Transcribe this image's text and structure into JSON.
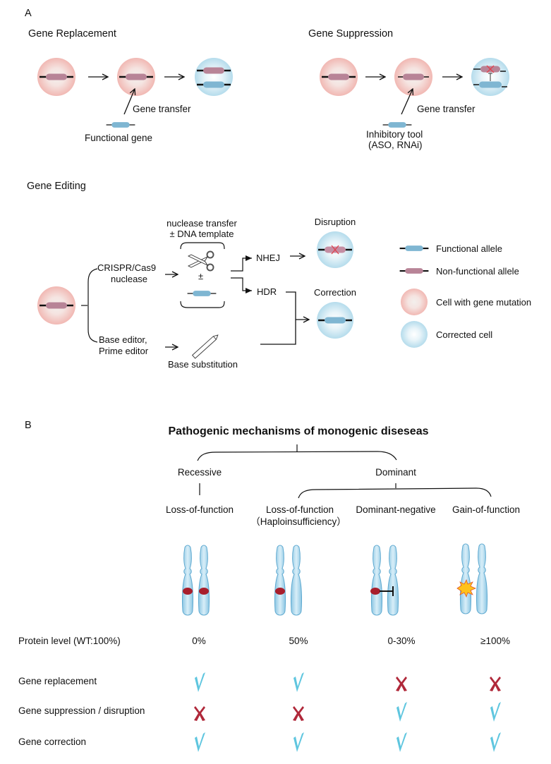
{
  "panel_a": {
    "label": "A",
    "gene_replacement": {
      "title": "Gene Replacement",
      "transfer_label": "Gene transfer",
      "tool_label": "Functional gene"
    },
    "gene_suppression": {
      "title": "Gene Suppression",
      "transfer_label": "Gene transfer",
      "tool_label_line1": "Inhibitory tool",
      "tool_label_line2": "(ASO, RNAi)"
    },
    "gene_editing": {
      "title": "Gene Editing",
      "nuclease_transfer_line1": "nuclease transfer",
      "nuclease_transfer_line2": "± DNA template",
      "crispr_line1": "CRISPR/Cas9",
      "crispr_line2": "nuclease",
      "plus_minus": "±",
      "base_editor_line1": "Base editor,",
      "base_editor_line2": "Prime editor",
      "base_substitution": "Base substitution",
      "nhej": "NHEJ",
      "hdr": "HDR",
      "disruption": "Disruption",
      "correction": "Correction"
    },
    "legend": [
      {
        "icon": "functional-allele-icon",
        "label": "Functional allele"
      },
      {
        "icon": "non-functional-allele-icon",
        "label": "Non-functional allele"
      },
      {
        "icon": "mutant-cell-icon",
        "label": "Cell with gene mutation"
      },
      {
        "icon": "corrected-cell-icon",
        "label": "Corrected cell"
      }
    ]
  },
  "panel_b": {
    "label": "B",
    "title": "Pathogenic mechanisms of monogenic diseseas",
    "inheritance": {
      "recessive": "Recessive",
      "dominant": "Dominant"
    },
    "mechanisms": [
      {
        "label": "Loss-of-function",
        "sublabel": "",
        "protein_level": "0%",
        "chromosome_marker": "both-alleles-mutant"
      },
      {
        "label": "Loss-of-function",
        "sublabel": "（Haploinsufficiency）",
        "protein_level": "50%",
        "chromosome_marker": "one-allele-mutant"
      },
      {
        "label": "Dominant-negative",
        "sublabel": "",
        "protein_level": "0-30%",
        "chromosome_marker": "inhibiting-allele"
      },
      {
        "label": "Gain-of-function",
        "sublabel": "",
        "protein_level": "≥100%",
        "chromosome_marker": "activating-allele"
      }
    ],
    "protein_level_label": "Protein level  (WT:100%)",
    "strategies": [
      {
        "label": "Gene replacement",
        "applicable": [
          true,
          true,
          false,
          false
        ]
      },
      {
        "label": "Gene suppression / disruption",
        "applicable": [
          false,
          false,
          true,
          true
        ]
      },
      {
        "label": "Gene correction",
        "applicable": [
          true,
          true,
          true,
          true
        ]
      }
    ]
  },
  "colors": {
    "functional": "#7fb6d2",
    "non_functional": "#b88497",
    "mutant_cell": "#f4c3c0",
    "corrected_cell": "#c7e4f0",
    "check": "#5fc6df",
    "cross": "#b0283a",
    "mutation_dot": "#a81e2c",
    "chromosome": "#a9d4ea"
  }
}
